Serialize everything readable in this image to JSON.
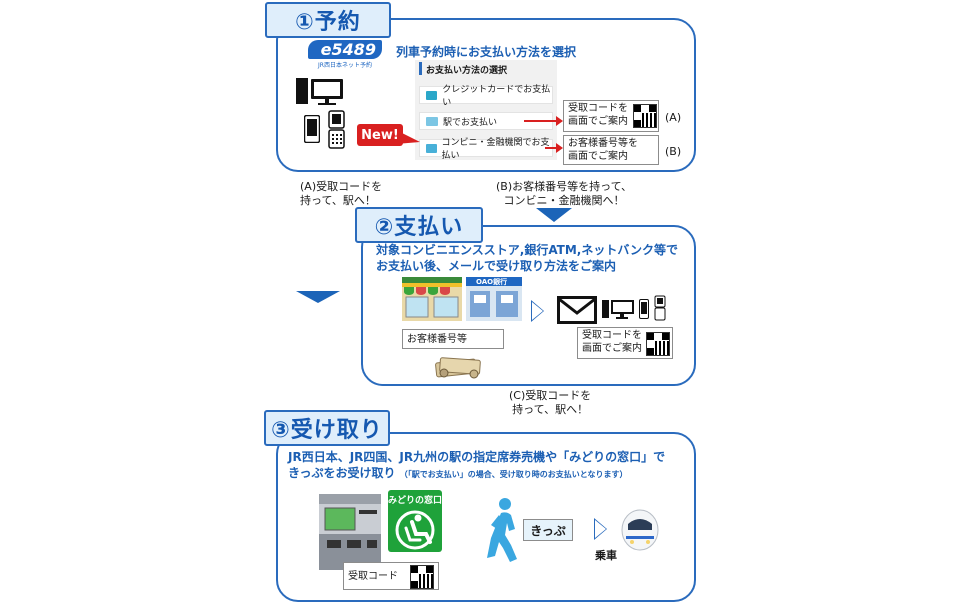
{
  "colors": {
    "accent": "#2a6bbd",
    "tab_bg": "#dfeefb",
    "new_badge": "#d92020",
    "arrow": "#1c64b8"
  },
  "step1": {
    "tab_label": "①予約",
    "logo_text": "e5489",
    "logo_sub": "JR西日本ネット予約",
    "heading": "列車予約時にお支払い方法を選択",
    "select_title": "お支払い方法の選択",
    "options": [
      "クレジットカードでお支払い",
      "駅でお支払い",
      "コンビニ・金融機関でお支払い"
    ],
    "new_badge": "New!",
    "result_a_line1": "受取コードを",
    "result_a_line2": "画面でご案内",
    "result_a_tag": "(A)",
    "result_b_line1": "お客様番号等を",
    "result_b_line2": "画面でご案内",
    "result_b_tag": "(B)"
  },
  "between12": {
    "a_line1": "(A)受取コードを",
    "a_line2": "持って、駅へ！",
    "b_line1": "(B)お客様番号等を持って、",
    "b_line2": "コンビニ・金融機関へ！"
  },
  "step2": {
    "tab_label": "②支払い",
    "heading_line1": "対象コンビニエンスストア,銀行ATM,ネットバンク等で",
    "heading_line2": "お支払い後、メールで受け取り方法をご案内",
    "bank_sign": "OAO銀行",
    "customer_no": "お客様番号等",
    "code_line1": "受取コードを",
    "code_line2": "画面でご案内"
  },
  "between23": {
    "c_line1": "(C)受取コードを",
    "c_line2": "持って、駅へ！"
  },
  "step3": {
    "tab_label": "③受け取り",
    "heading_line1": "JR西日本、JR四国、JR九州の駅の指定席券売機や「みどりの窓口」で",
    "heading_line2": "きっぷをお受け取り",
    "note": "（「駅でお支払い」の場合、受け取り時のお支払いとなります）",
    "midori_sign": "みどりの窓口",
    "code_label": "受取コード",
    "ticket_label": "きっぷ",
    "board_label": "乗車"
  }
}
